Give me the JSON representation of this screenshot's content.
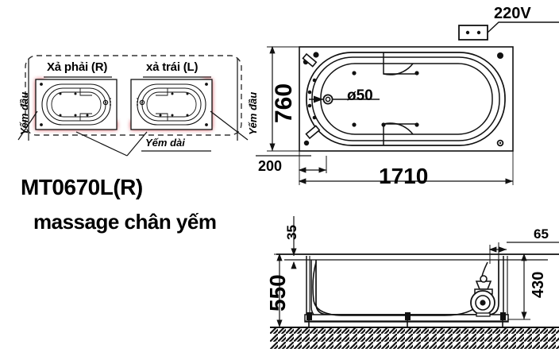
{
  "drawing": {
    "title_model": "MT0670L(R)",
    "title_desc": "massage chân yếm"
  },
  "variant_panel": {
    "option_right_label": "Xả phải (R)",
    "option_left_label": "xả trái (L)",
    "apron_head_left_label": "Yếm đầu",
    "apron_head_right_label": "Yếm đầu",
    "apron_long_label": "Yếm dài",
    "highlight_color": "#c9202c",
    "highlight_glow": "#e8909a"
  },
  "plan_view": {
    "width_label": "1710",
    "height_label": "760",
    "offset_label": "200",
    "drain_label": "ø50",
    "power_label": "220V",
    "power_icon": "socket-icon"
  },
  "section_view": {
    "total_height_label": "550",
    "rim_label": "35",
    "pump_height_label": "430",
    "edge_label": "65",
    "pump_icon": "pump-icon",
    "floor_icon": "hatched-floor-icon"
  },
  "colors": {
    "line": "#111111",
    "background": "#ffffff",
    "red": "#c9202c"
  }
}
